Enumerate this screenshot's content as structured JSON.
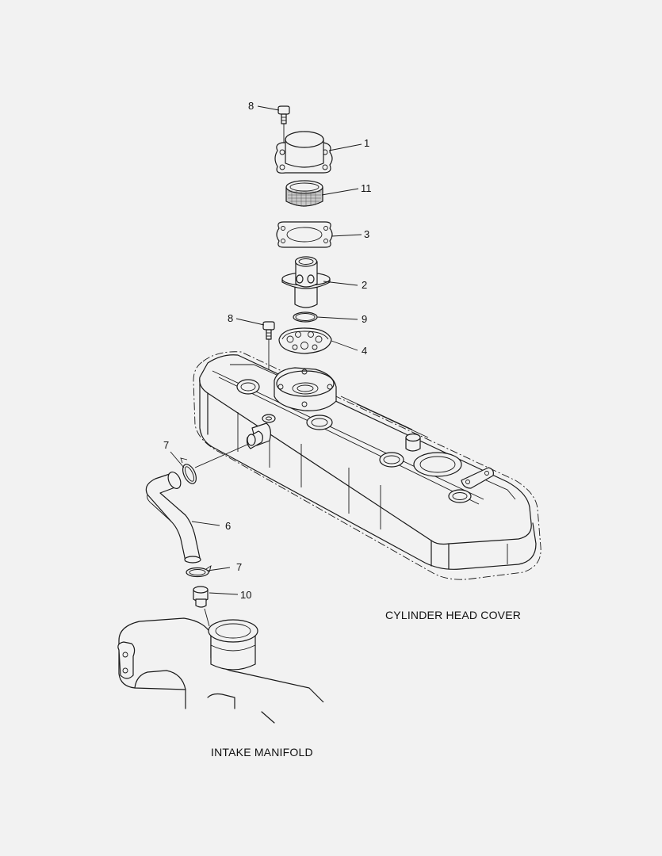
{
  "callouts": {
    "n8_top": "8",
    "n1": "1",
    "n11": "11",
    "n3": "3",
    "n2": "2",
    "n8_mid": "8",
    "n9": "9",
    "n4": "4",
    "n7_top": "7",
    "n6": "6",
    "n7_bot": "7",
    "n10": "10"
  },
  "captions": {
    "cylinder_head_cover": "CYLINDER HEAD COVER",
    "intake_manifold": "INTAKE MANIFOLD"
  }
}
